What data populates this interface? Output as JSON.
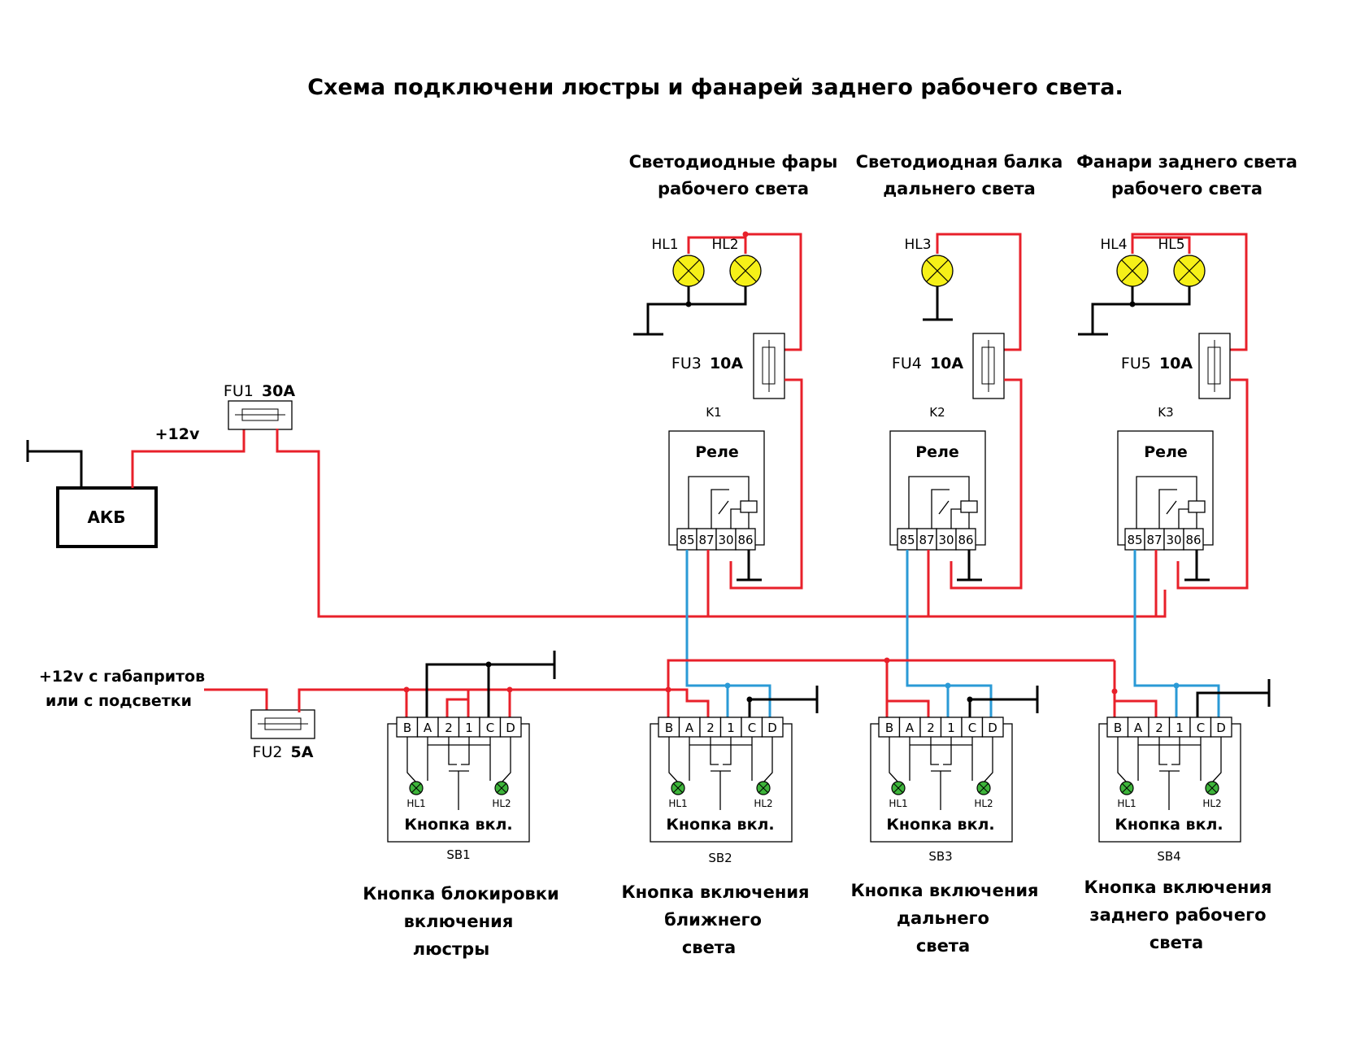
{
  "title": "Схема подключени люстры и фанарей заднего рабочего света.",
  "colors": {
    "positive_wire": "#e8202a",
    "ground_wire": "#000000",
    "control_wire": "#2a9ad6",
    "lamp_fill": "#f6f018",
    "indicator_fill": "#3db43a"
  },
  "battery": {
    "label": "АКБ",
    "supply_label": "+12v"
  },
  "fuses": {
    "fu1": {
      "name": "FU1",
      "rating": "30A"
    },
    "fu2": {
      "name": "FU2",
      "rating": "5A"
    },
    "fu3": {
      "name": "FU3",
      "rating": "10A"
    },
    "fu4": {
      "name": "FU4",
      "rating": "10A"
    },
    "fu5": {
      "name": "FU5",
      "rating": "10A"
    }
  },
  "aux_supply": {
    "line1": "+12v с габапритов",
    "line2": "или с подсветки"
  },
  "groups": [
    {
      "line1": "Светодиодные фары",
      "line2": "рабочего света",
      "lamps": [
        "HL1",
        "HL2"
      ]
    },
    {
      "line1": "Светодиодная балка",
      "line2": "дальнего света",
      "lamps": [
        "HL3"
      ]
    },
    {
      "line1": "Фанари заднего света",
      "line2": "рабочего света",
      "lamps": [
        "HL4",
        "HL5"
      ]
    }
  ],
  "relays": [
    {
      "name": "K1",
      "title": "Реле",
      "pins": [
        "85",
        "87",
        "30",
        "86"
      ]
    },
    {
      "name": "K2",
      "title": "Реле",
      "pins": [
        "85",
        "87",
        "30",
        "86"
      ]
    },
    {
      "name": "K3",
      "title": "Реле",
      "pins": [
        "85",
        "87",
        "30",
        "86"
      ]
    }
  ],
  "buttons": [
    {
      "name": "SB1",
      "title": "Кнопка вкл.",
      "pins": [
        "B",
        "A",
        "2",
        "1",
        "C",
        "D"
      ],
      "led_left": "HL1",
      "led_right": "HL2",
      "caption": [
        "Кнопка блокировки",
        "включения",
        "люстры"
      ]
    },
    {
      "name": "SB2",
      "title": "Кнопка вкл.",
      "pins": [
        "B",
        "A",
        "2",
        "1",
        "C",
        "D"
      ],
      "led_left": "HL1",
      "led_right": "HL2",
      "caption": [
        "Кнопка включения",
        "ближнего",
        "света"
      ]
    },
    {
      "name": "SB3",
      "title": "Кнопка вкл.",
      "pins": [
        "B",
        "A",
        "2",
        "1",
        "C",
        "D"
      ],
      "led_left": "HL1",
      "led_right": "HL2",
      "caption": [
        "Кнопка включения",
        "дальнего",
        "света"
      ]
    },
    {
      "name": "SB4",
      "title": "Кнопка вкл.",
      "pins": [
        "B",
        "A",
        "2",
        "1",
        "C",
        "D"
      ],
      "led_left": "HL1",
      "led_right": "HL2",
      "caption": [
        "Кнопка включения",
        "заднего рабочего",
        "света"
      ]
    }
  ]
}
